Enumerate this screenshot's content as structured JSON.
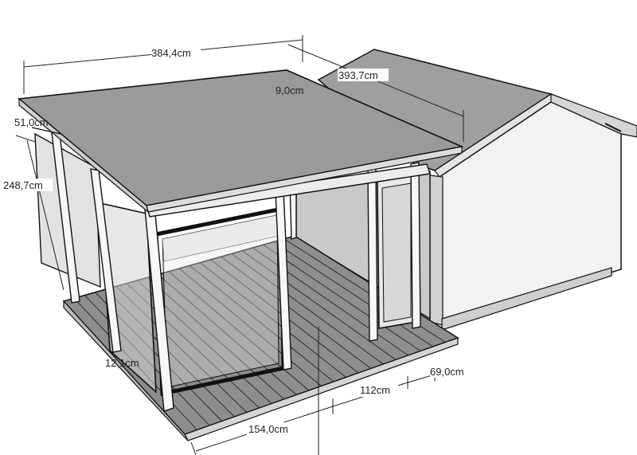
{
  "dimensions": {
    "roof_width": "384,4cm",
    "roof_depth": "393,7cm",
    "height": "248,7cm",
    "overhang_left": "51,0cm",
    "roof_thickness": "9,0cm",
    "post_size": "12,1cm",
    "right_overhang": "69,0cm",
    "door_width": "112cm",
    "front_width": "154,0cm"
  },
  "colors": {
    "roof_top": "#9a9a9a",
    "roof_edge": "#d9d9d9",
    "deck": "#8c8c8c",
    "wall_light": "#e6e6e6",
    "wall_mid": "#bfbfbf",
    "line": "#111111"
  }
}
